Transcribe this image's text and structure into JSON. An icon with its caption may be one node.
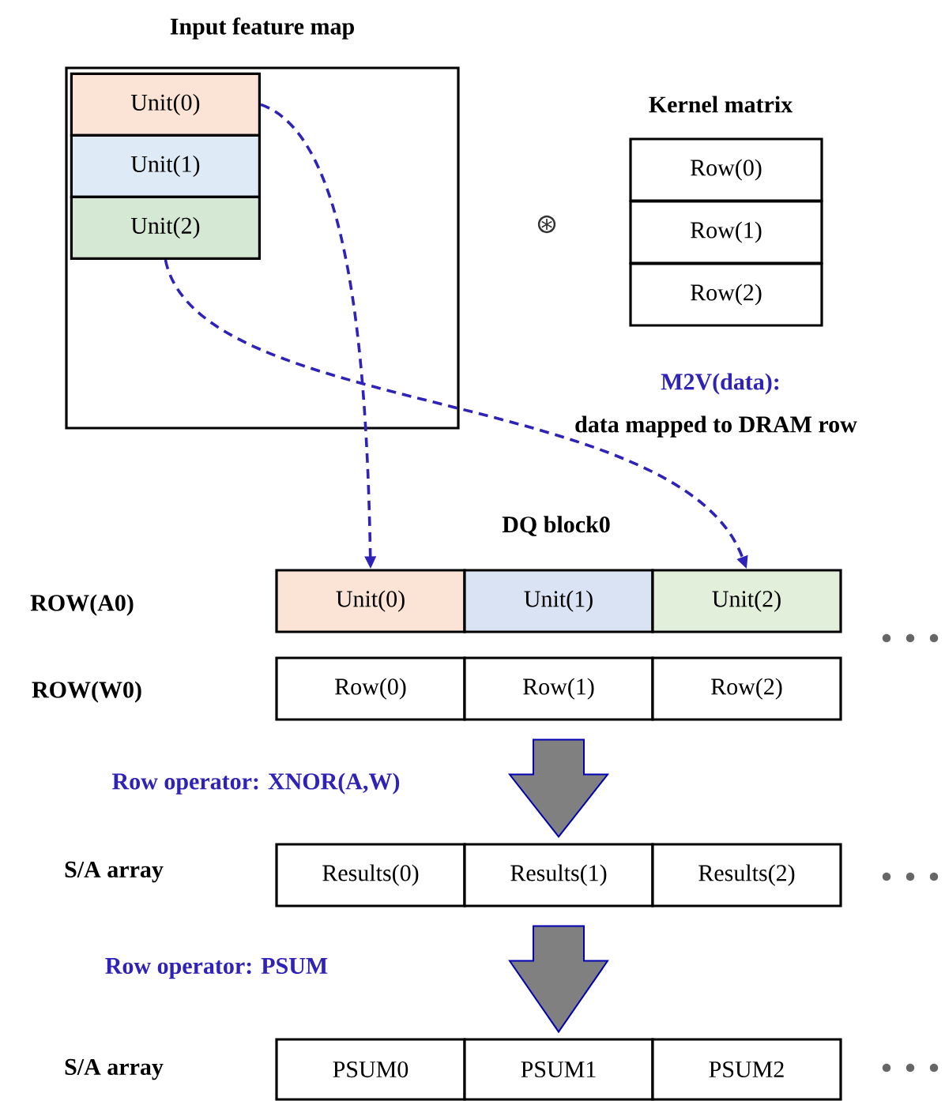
{
  "diagram": {
    "nodes": [
      {
        "text": [
          "Input feature map"
        ]
      },
      {
        "text": [
          "Unit(0)"
        ],
        "in": 0
      },
      {
        "text": [
          "Unit(1)"
        ],
        "in": 0
      },
      {
        "text": [
          "Unit(2)"
        ],
        "in": 0
      },
      {
        "text": [
          "Row(0)"
        ]
      },
      {
        "text": [
          "Row(1)"
        ]
      },
      {
        "text": [
          "Row(2)"
        ]
      },
      {
        "text": [
          "Unit(0)"
        ]
      },
      {
        "text": [
          "Unit(1)"
        ]
      },
      {
        "text": [
          "Unit(2)"
        ]
      },
      {
        "text": [
          "Row(0)"
        ]
      },
      {
        "text": [
          "Row(1)"
        ]
      },
      {
        "text": [
          "Row(2)"
        ]
      },
      {
        "text": [
          "Results(0)"
        ]
      },
      {
        "text": [
          "Results(1)"
        ]
      },
      {
        "text": [
          "Results(2)"
        ]
      },
      {
        "text": [
          "PSUM0"
        ]
      },
      {
        "text": [
          "PSUM1"
        ]
      },
      {
        "text": [
          "PSUM2"
        ]
      }
    ],
    "edges": [
      {
        "from": 1,
        "to": 7,
        "arrow": "to",
        "style": "dashed",
        "color": "#2e22b8"
      },
      {
        "from": 3,
        "to": 9,
        "arrow": "to",
        "style": "dashed",
        "color": "#2e22b8"
      },
      {
        "from": 11,
        "to": 14,
        "arrow": "to",
        "style": "thick",
        "color": "#808080"
      },
      {
        "from": 14,
        "to": 17,
        "arrow": "to",
        "style": "thick",
        "color": "#808080"
      }
    ],
    "labels": [
      "Kernel matrix",
      "⊛",
      "M2V(data):",
      "data mapped to DRAM row",
      "DQ block0",
      "ROW(A0)",
      "ROW(W0)",
      "Row operator: XNOR(A,W)",
      "S/A array",
      "Row operator: PSUM",
      "S/A array"
    ]
  }
}
